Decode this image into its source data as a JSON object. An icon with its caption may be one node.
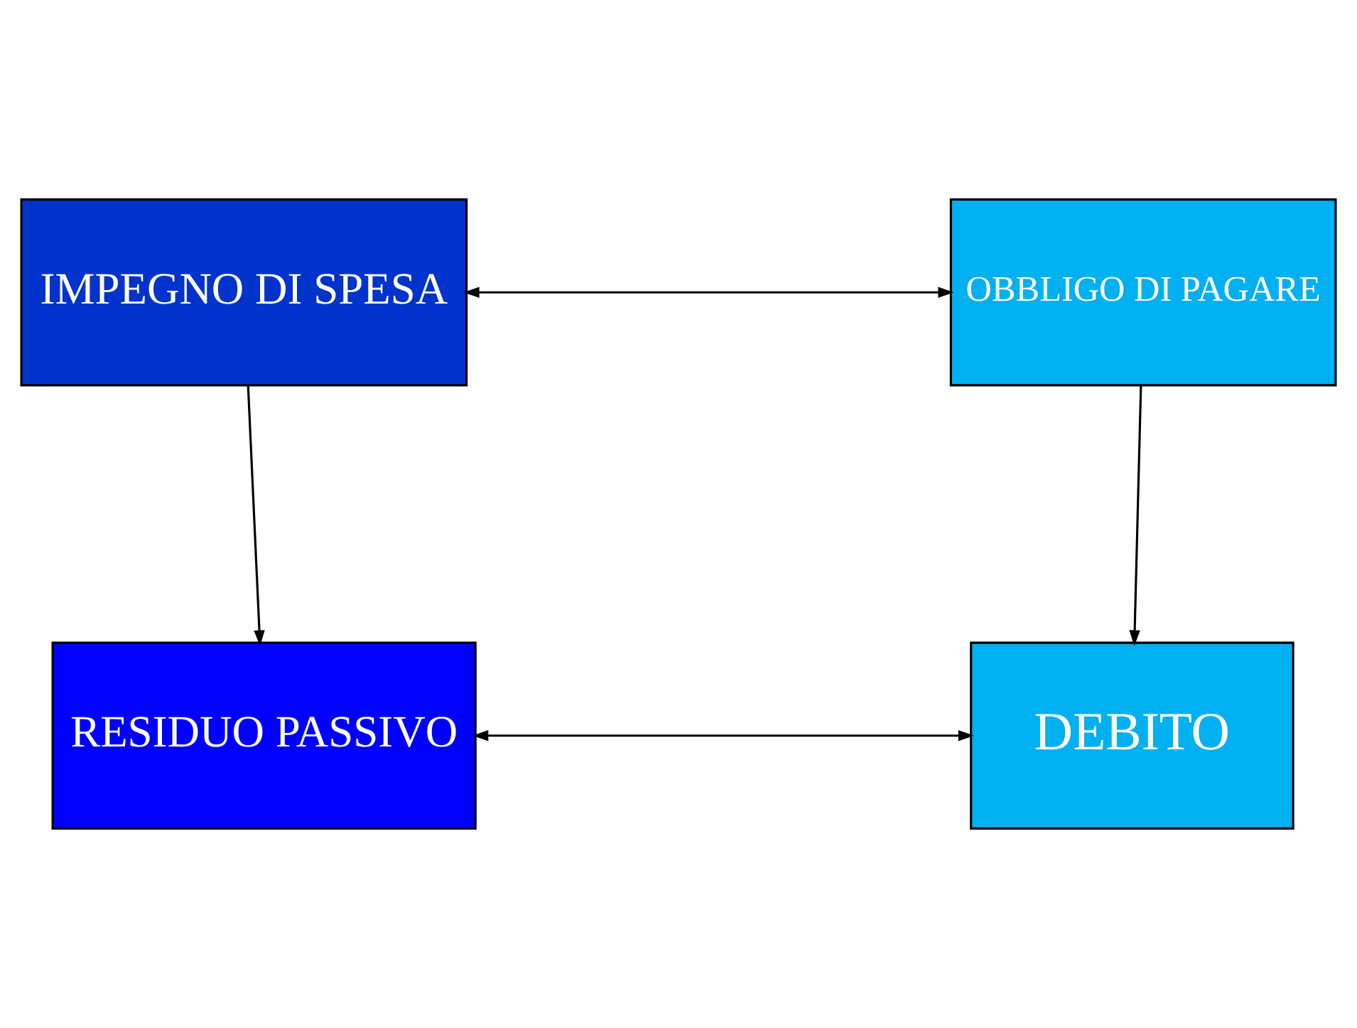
{
  "diagram": {
    "nodes": [
      {
        "text": [
          "IMPEGNO DI SPESA"
        ]
      },
      {
        "text": [
          "OBBLIGO DI PAGARE"
        ]
      },
      {
        "text": [
          "RESIDUO PASSIVO"
        ]
      },
      {
        "text": [
          "DEBITO"
        ]
      }
    ],
    "edges": [
      {
        "from": 0,
        "to": 1,
        "arrow": "both"
      },
      {
        "from": 0,
        "to": 2,
        "arrow": "to"
      },
      {
        "from": 1,
        "to": 3,
        "arrow": "to"
      },
      {
        "from": 2,
        "to": 3,
        "arrow": "both"
      }
    ]
  }
}
